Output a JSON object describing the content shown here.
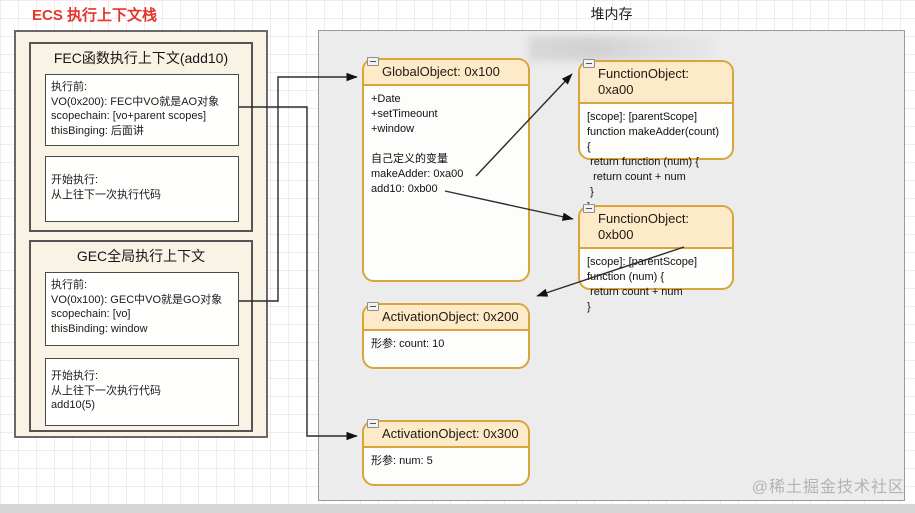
{
  "titles": {
    "ecs": "ECS 执行上下文栈",
    "heap": "堆内存"
  },
  "watermark": "@稀土掘金技术社区",
  "ecs": {
    "fec": {
      "title": "FEC函数执行上下文(add10)",
      "before": "执行前:\nVO(0x200): FEC中VO就是AO对象\nscopechain: [vo+parent scopes]\nthisBinging: 后面讲",
      "start": "开始执行:\n从上往下一次执行代码"
    },
    "gec": {
      "title": "GEC全局执行上下文",
      "before": "执行前:\nVO(0x100): GEC中VO就是GO对象\nscopechain: [vo]\nthisBinding: window",
      "start": "开始执行:\n从上往下一次执行代码\nadd10(5)"
    }
  },
  "heap": {
    "global": {
      "title": "GlobalObject: 0x100",
      "body": "+Date\n+setTimeount\n+window\n\n自己定义的变量\nmakeAdder: 0xa00\nadd10: 0xb00"
    },
    "func_a00": {
      "title": "FunctionObject: 0xa00",
      "body": "[scope]: [parentScope]\nfunction makeAdder(count) {\n return function (num) {\n  return count + num\n }\n}"
    },
    "func_b00": {
      "title": "FunctionObject: 0xb00",
      "body": "[scope]: [parentScope]\nfunction (num) {\n return count + num\n}"
    },
    "ao200": {
      "title": "ActivationObject: 0x200",
      "body": "形参: count: 10"
    },
    "ao300": {
      "title": "ActivationObject: 0x300",
      "body": "形参: num: 5"
    }
  },
  "edges": [
    {
      "from": "gec-before-box",
      "to": "global-object-node"
    },
    {
      "from": "fec-before-box",
      "to": "activation-object-0x300-node"
    },
    {
      "from": "global-object.makeAdder",
      "to": "function-object-0xa00-node"
    },
    {
      "from": "global-object.add10",
      "to": "function-object-0xb00-node"
    },
    {
      "from": "function-object-0xb00.scope",
      "to": "activation-object-0x200-node"
    }
  ],
  "colors": {
    "accent_red": "#e5362d",
    "node_border": "#d9a43a",
    "node_header_bg": "#fceac9",
    "heap_panel_bg": "#ececec",
    "stack_panel_bg": "#f8f3e4"
  }
}
